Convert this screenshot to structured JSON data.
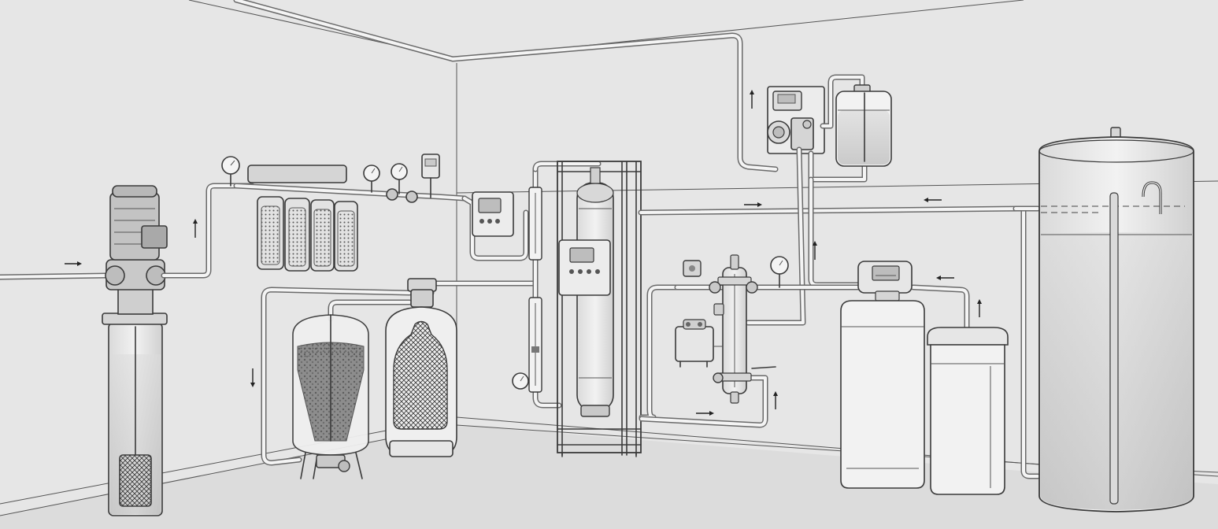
{
  "colors": {
    "wall": "#e6e6e6",
    "floor": "#dcdcdc",
    "line": "#3a3a3a",
    "pipe": "#6a6a6a",
    "tank_fill": "#efefef",
    "water": "#c9c9c9",
    "media": "#9a9a9a"
  },
  "components": [
    {
      "id": "well-pump",
      "icon": "vertical-pump-icon"
    },
    {
      "id": "cartridge-filter-housing",
      "icon": "cartridge-filter-icon",
      "count": 4
    },
    {
      "id": "multimedia-filter-tank",
      "icon": "pressure-vessel-icon"
    },
    {
      "id": "carbon-filter-tank",
      "icon": "pressure-vessel-icon"
    },
    {
      "id": "ro-membrane-skid",
      "icon": "membrane-vessel-icon"
    },
    {
      "id": "flow-meter",
      "icon": "rotameter-icon"
    },
    {
      "id": "control-panel",
      "icon": "controller-icon"
    },
    {
      "id": "dosing-pump",
      "icon": "dosing-pump-icon"
    },
    {
      "id": "chemical-tank",
      "icon": "chemical-tank-icon"
    },
    {
      "id": "uv-sterilizer",
      "icon": "uv-lamp-icon"
    },
    {
      "id": "water-softener",
      "icon": "softener-icon"
    },
    {
      "id": "brine-tank",
      "icon": "brine-tank-icon"
    },
    {
      "id": "storage-tank",
      "icon": "storage-tank-icon"
    }
  ],
  "flow_arrows": [
    {
      "id": "inlet",
      "direction": "right"
    },
    {
      "id": "pump-up",
      "direction": "up"
    },
    {
      "id": "down-to-tanks",
      "direction": "down"
    },
    {
      "id": "dosing-up",
      "direction": "up"
    },
    {
      "id": "return-left-1",
      "direction": "right"
    },
    {
      "id": "return-left-2",
      "direction": "left"
    },
    {
      "id": "uv-up",
      "direction": "up"
    },
    {
      "id": "softener-left",
      "direction": "left"
    },
    {
      "id": "softener-up",
      "direction": "up"
    },
    {
      "id": "bottom-right",
      "direction": "right"
    },
    {
      "id": "uv-bottom-up",
      "direction": "up"
    }
  ]
}
